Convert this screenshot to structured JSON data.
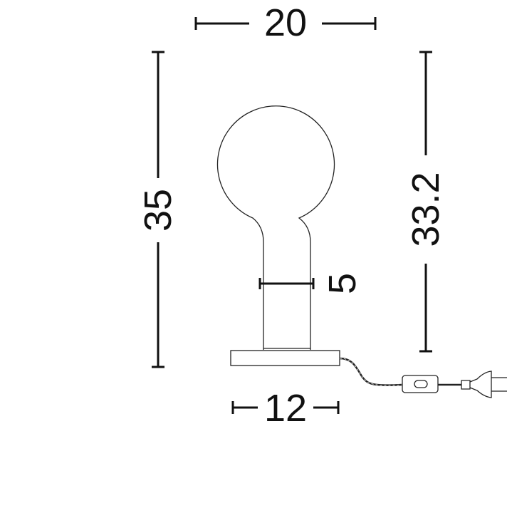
{
  "dimensions": {
    "width_top": "20",
    "total_height": "35",
    "globe_height": "33.2",
    "neck_diameter": "5",
    "base_width": "12"
  },
  "colors": {
    "line": "#111111",
    "background": "#ffffff"
  }
}
